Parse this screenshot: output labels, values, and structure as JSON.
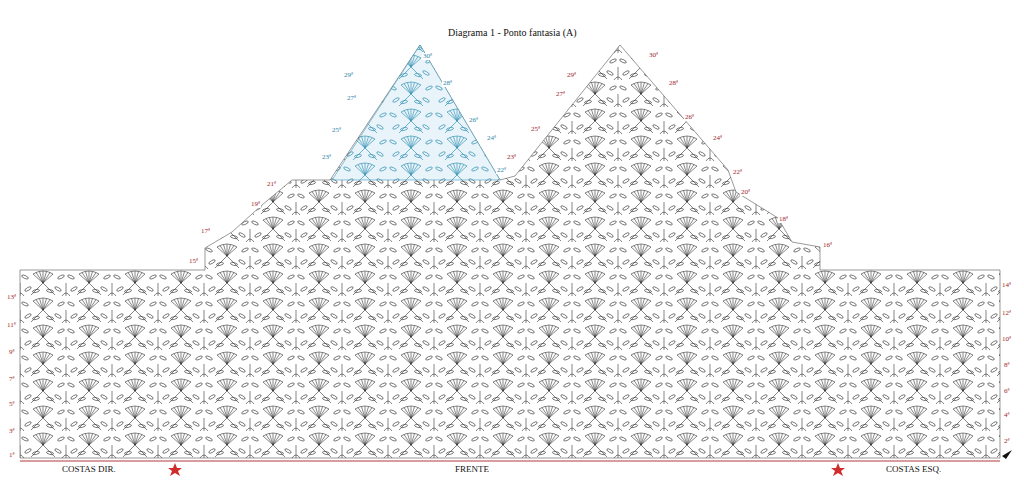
{
  "diagram": {
    "title": "Diagrama 1 - Ponto fantasia (A)",
    "labels": [
      "1ª",
      "3ª",
      "5ª",
      "7ª",
      "9ª",
      "11ª",
      "13ª",
      "2ª",
      "4ª",
      "6ª",
      "8ª",
      "10ª",
      "12ª",
      "14ª",
      "15ª",
      "17ª",
      "19ª",
      "21ª",
      "16ª",
      "18ª",
      "20ª",
      "22ª",
      "23ª",
      "24ª",
      "25ª",
      "26ª",
      "27ª",
      "28ª",
      "29ª",
      "30ª",
      "22ª",
      "23ª",
      "24ª",
      "25ª",
      "26ª",
      "27ª",
      "28ª",
      "29ª",
      "30ª",
      "COSTAS DIR.",
      "FRENTE",
      "COSTAS ESQ."
    ]
  }
}
